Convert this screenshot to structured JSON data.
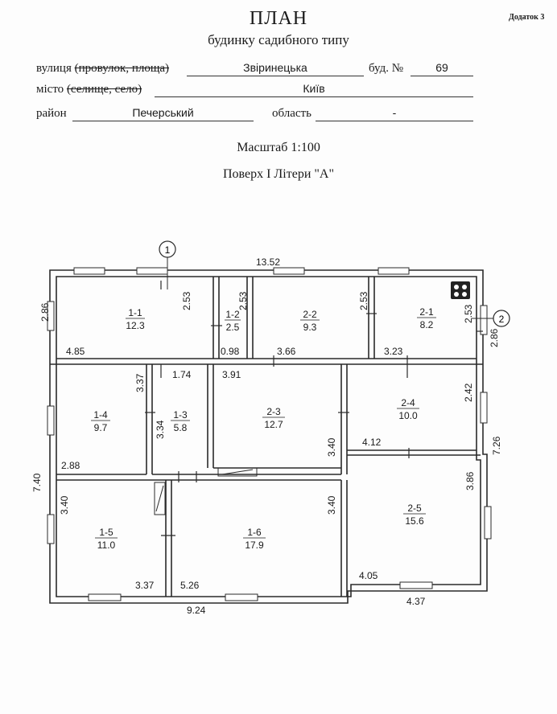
{
  "appendix": "Додаток 3",
  "title": "ПЛАН",
  "subtitle": "будинку садибного типу",
  "form": {
    "street_label": "вулиця",
    "street_struck": "(провулок, площа)",
    "street_value": "Звіринецька",
    "building_label": "буд. №",
    "building_value": "69",
    "city_label": "місто",
    "city_struck": "(селище, село)",
    "city_value": "Київ",
    "district_label": "район",
    "district_value": "Печерський",
    "region_label": "область",
    "region_value": "-"
  },
  "scale": "Масштаб 1:100",
  "floor": "Поверх І Літери \"А\"",
  "axis_markers": [
    "1",
    "2"
  ],
  "rooms": [
    {
      "id": "1-1",
      "area": "12.3"
    },
    {
      "id": "1-2",
      "area": "2.5"
    },
    {
      "id": "2-2",
      "area": "9.3"
    },
    {
      "id": "2-1",
      "area": "8.2"
    },
    {
      "id": "1-4",
      "area": "9.7"
    },
    {
      "id": "1-3",
      "area": "5.8"
    },
    {
      "id": "2-3",
      "area": "12.7"
    },
    {
      "id": "2-4",
      "area": "10.0"
    },
    {
      "id": "1-5",
      "area": "11.0"
    },
    {
      "id": "1-6",
      "area": "17.9"
    },
    {
      "id": "2-5",
      "area": "15.6"
    }
  ],
  "dimensions": {
    "overall_top": "13.52",
    "left_top": "2.86",
    "right_top": "2.86",
    "overall_left": "7.40",
    "overall_right": "7.26",
    "bottom_left": "9.24",
    "bottom_right": "4.37",
    "r11_depth": "2.53",
    "r12_depth": "2.53",
    "r22_depth": "2.53",
    "r21_depth": "2.53",
    "r11_width": "4.85",
    "r12_width": "0.98",
    "r22_width": "3.66",
    "r21_width": "3.23",
    "r13_width": "1.74",
    "r14_depth": "3.37",
    "r13_depth": "3.34",
    "r23_width": "3.91",
    "r23_depth": "3.40",
    "r24_depth": "2.42",
    "r24_width": "4.12",
    "r14_width": "2.88",
    "r15_depth": "3.40",
    "r16_depth": "3.40",
    "r25_depth": "3.86",
    "r15_width": "3.37",
    "r16_width": "5.26",
    "r25_width": "4.05"
  },
  "colors": {
    "wall": "#2a2a2a",
    "ink": "#1a1a1a"
  }
}
